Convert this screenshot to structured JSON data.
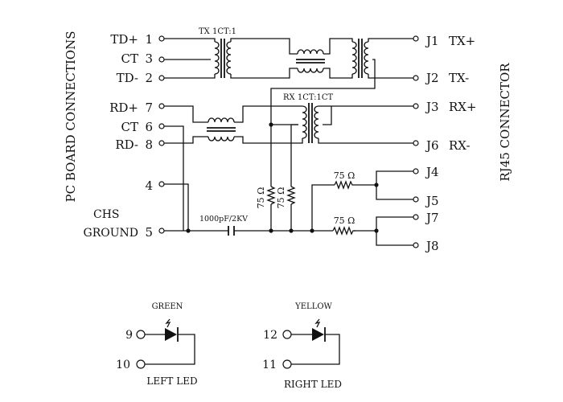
{
  "side_labels": {
    "left": "PC BOARD CONNECTIONS",
    "right": "RJ45 CONNECTOR"
  },
  "left_pins": [
    {
      "name": "TD+",
      "num": "1"
    },
    {
      "name": "CT",
      "num": "3"
    },
    {
      "name": "TD-",
      "num": "2"
    },
    {
      "name": "RD+",
      "num": "7"
    },
    {
      "name": "CT",
      "num": "6"
    },
    {
      "name": "RD-",
      "num": "8"
    },
    {
      "name": "",
      "num": "4"
    },
    {
      "name": "GROUND",
      "num": "5"
    }
  ],
  "chs_label": "CHS",
  "right_pins": [
    {
      "jack": "J1",
      "signal": "TX+"
    },
    {
      "jack": "J2",
      "signal": "TX-"
    },
    {
      "jack": "J3",
      "signal": "RX+"
    },
    {
      "jack": "J6",
      "signal": "RX-"
    },
    {
      "jack": "J4",
      "signal": ""
    },
    {
      "jack": "J5",
      "signal": ""
    },
    {
      "jack": "J7",
      "signal": ""
    },
    {
      "jack": "J8",
      "signal": ""
    }
  ],
  "transformers": {
    "tx": "TX 1CT:1",
    "rx": "RX 1CT:1CT"
  },
  "resistors": {
    "v1": "75 Ω",
    "v2": "75 Ω",
    "h1": "75 Ω",
    "h2": "75 Ω"
  },
  "capacitor": "1000pF/2KV",
  "leds": {
    "left": {
      "color": "GREEN",
      "pin_a": "9",
      "pin_b": "10",
      "caption": "LEFT LED"
    },
    "right": {
      "color": "YELLOW",
      "pin_a": "12",
      "pin_b": "11",
      "caption": "RIGHT LED"
    }
  }
}
